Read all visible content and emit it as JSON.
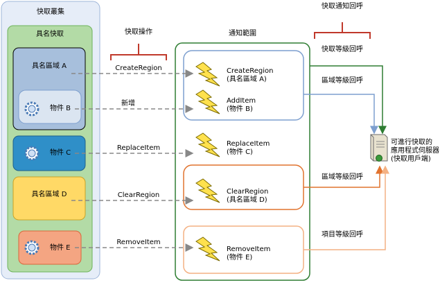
{
  "cache_cluster": {
    "label": "快取叢集"
  },
  "named_cache": {
    "label": "具名快取"
  },
  "regions": {
    "a": {
      "label": "具名區域 A"
    },
    "d": {
      "label": "具名區域 D"
    }
  },
  "objects": {
    "b": {
      "label": "物件 B"
    },
    "c": {
      "label": "物件 C"
    },
    "e": {
      "label": "物件 E"
    }
  },
  "operations_header": "快取操作",
  "operations": [
    {
      "label": "CreateRegion"
    },
    {
      "label": "新增"
    },
    {
      "label": "ReplaceItem"
    },
    {
      "label": "ClearRegion"
    },
    {
      "label": "RemoveItem"
    }
  ],
  "notification_scope": {
    "label": "通知範圍"
  },
  "notifications": [
    {
      "line1": "CreateRegion",
      "line2": "(具名區域 A)"
    },
    {
      "line1": "AddItem",
      "line2": "(物件 B)"
    },
    {
      "line1": "ReplaceItem",
      "line2": "(物件 C)"
    },
    {
      "line1": "ClearRegion",
      "line2": "(具名區域 D)"
    },
    {
      "line1": "RemoveItem",
      "line2": "(物件 E)"
    }
  ],
  "callbacks_header": "快取通知回呼",
  "callbacks": {
    "cache_level": "快取等級回呼",
    "region_level_1": "區域等級回呼",
    "region_level_2": "區域等級回呼",
    "item_level": "項目等級回呼"
  },
  "cache_client": {
    "line1": "可進行快取的",
    "line2": "應用程式伺服器",
    "line3": "(快取用戶端)"
  },
  "colors": {
    "cluster_fill": "#e6edf8",
    "cluster_border": "#9fb6d9",
    "named_cache_fill": "#b3dba6",
    "named_cache_border": "#6db35a",
    "region_a_fill": "#a7bfdc",
    "region_d_fill": "#ffd966",
    "object_b_fill": "#dbe5f1",
    "object_c_fill": "#2f8fc8",
    "object_e_fill": "#f4a582",
    "scope_border": "#2e7d32",
    "blue_group": "#7d9fcf",
    "orange_group": "#e1732e",
    "light_orange_group": "#f4b183",
    "bracket": "#c0392b",
    "arrow_gray": "#888888",
    "arrow_green": "#2e7d32"
  }
}
